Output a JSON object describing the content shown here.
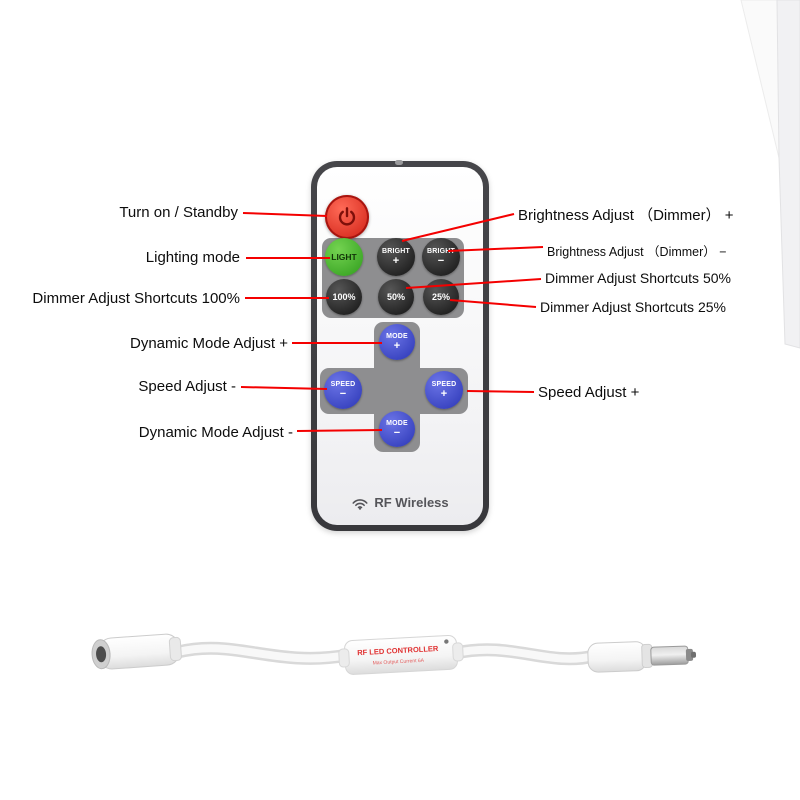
{
  "remote": {
    "brand": "RF Wireless",
    "buttons": {
      "light": "LIGHT",
      "bright_plus_l1": "BRIGHT",
      "bright_plus_l2": "+",
      "bright_minus_l1": "BRIGHT",
      "bright_minus_l2": "−",
      "pct100": "100%",
      "pct50": "50%",
      "pct25": "25%",
      "mode_plus_l1": "MODE",
      "mode_plus_l2": "+",
      "speed_minus_l1": "SPEED",
      "speed_minus_l2": "−",
      "speed_plus_l1": "SPEED",
      "speed_plus_l2": "+",
      "mode_minus_l1": "MODE",
      "mode_minus_l2": "−"
    }
  },
  "labels_left": [
    {
      "text": "Turn on / Standby"
    },
    {
      "text": "Lighting mode"
    },
    {
      "text": "Dimmer Adjust Shortcuts 100%"
    },
    {
      "text": "Dynamic Mode Adjust +"
    },
    {
      "text": "Speed Adjust -"
    },
    {
      "text": "Dynamic Mode Adjust -"
    }
  ],
  "labels_right": [
    {
      "text": "Brightness Adjust （Dimmer） +"
    },
    {
      "text": "Brightness Adjust （Dimmer） −"
    },
    {
      "text": "Dimmer Adjust Shortcuts 50%"
    },
    {
      "text": "Dimmer Adjust Shortcuts 25%"
    },
    {
      "text": "Speed Adjust +"
    }
  ],
  "controller": {
    "text_line1": "RF LED CONTROLLER",
    "text_line2": "Max Output Current 6A"
  },
  "icons": {
    "power": "power-icon",
    "wifi": "wifi-icon"
  },
  "colors": {
    "callout_red": "#f40000",
    "button_blue": "#2a35b5",
    "button_green": "#2f9c1c",
    "button_black": "#161616",
    "power_red": "#ce1d12",
    "panel_gray": "#8e8e90"
  }
}
